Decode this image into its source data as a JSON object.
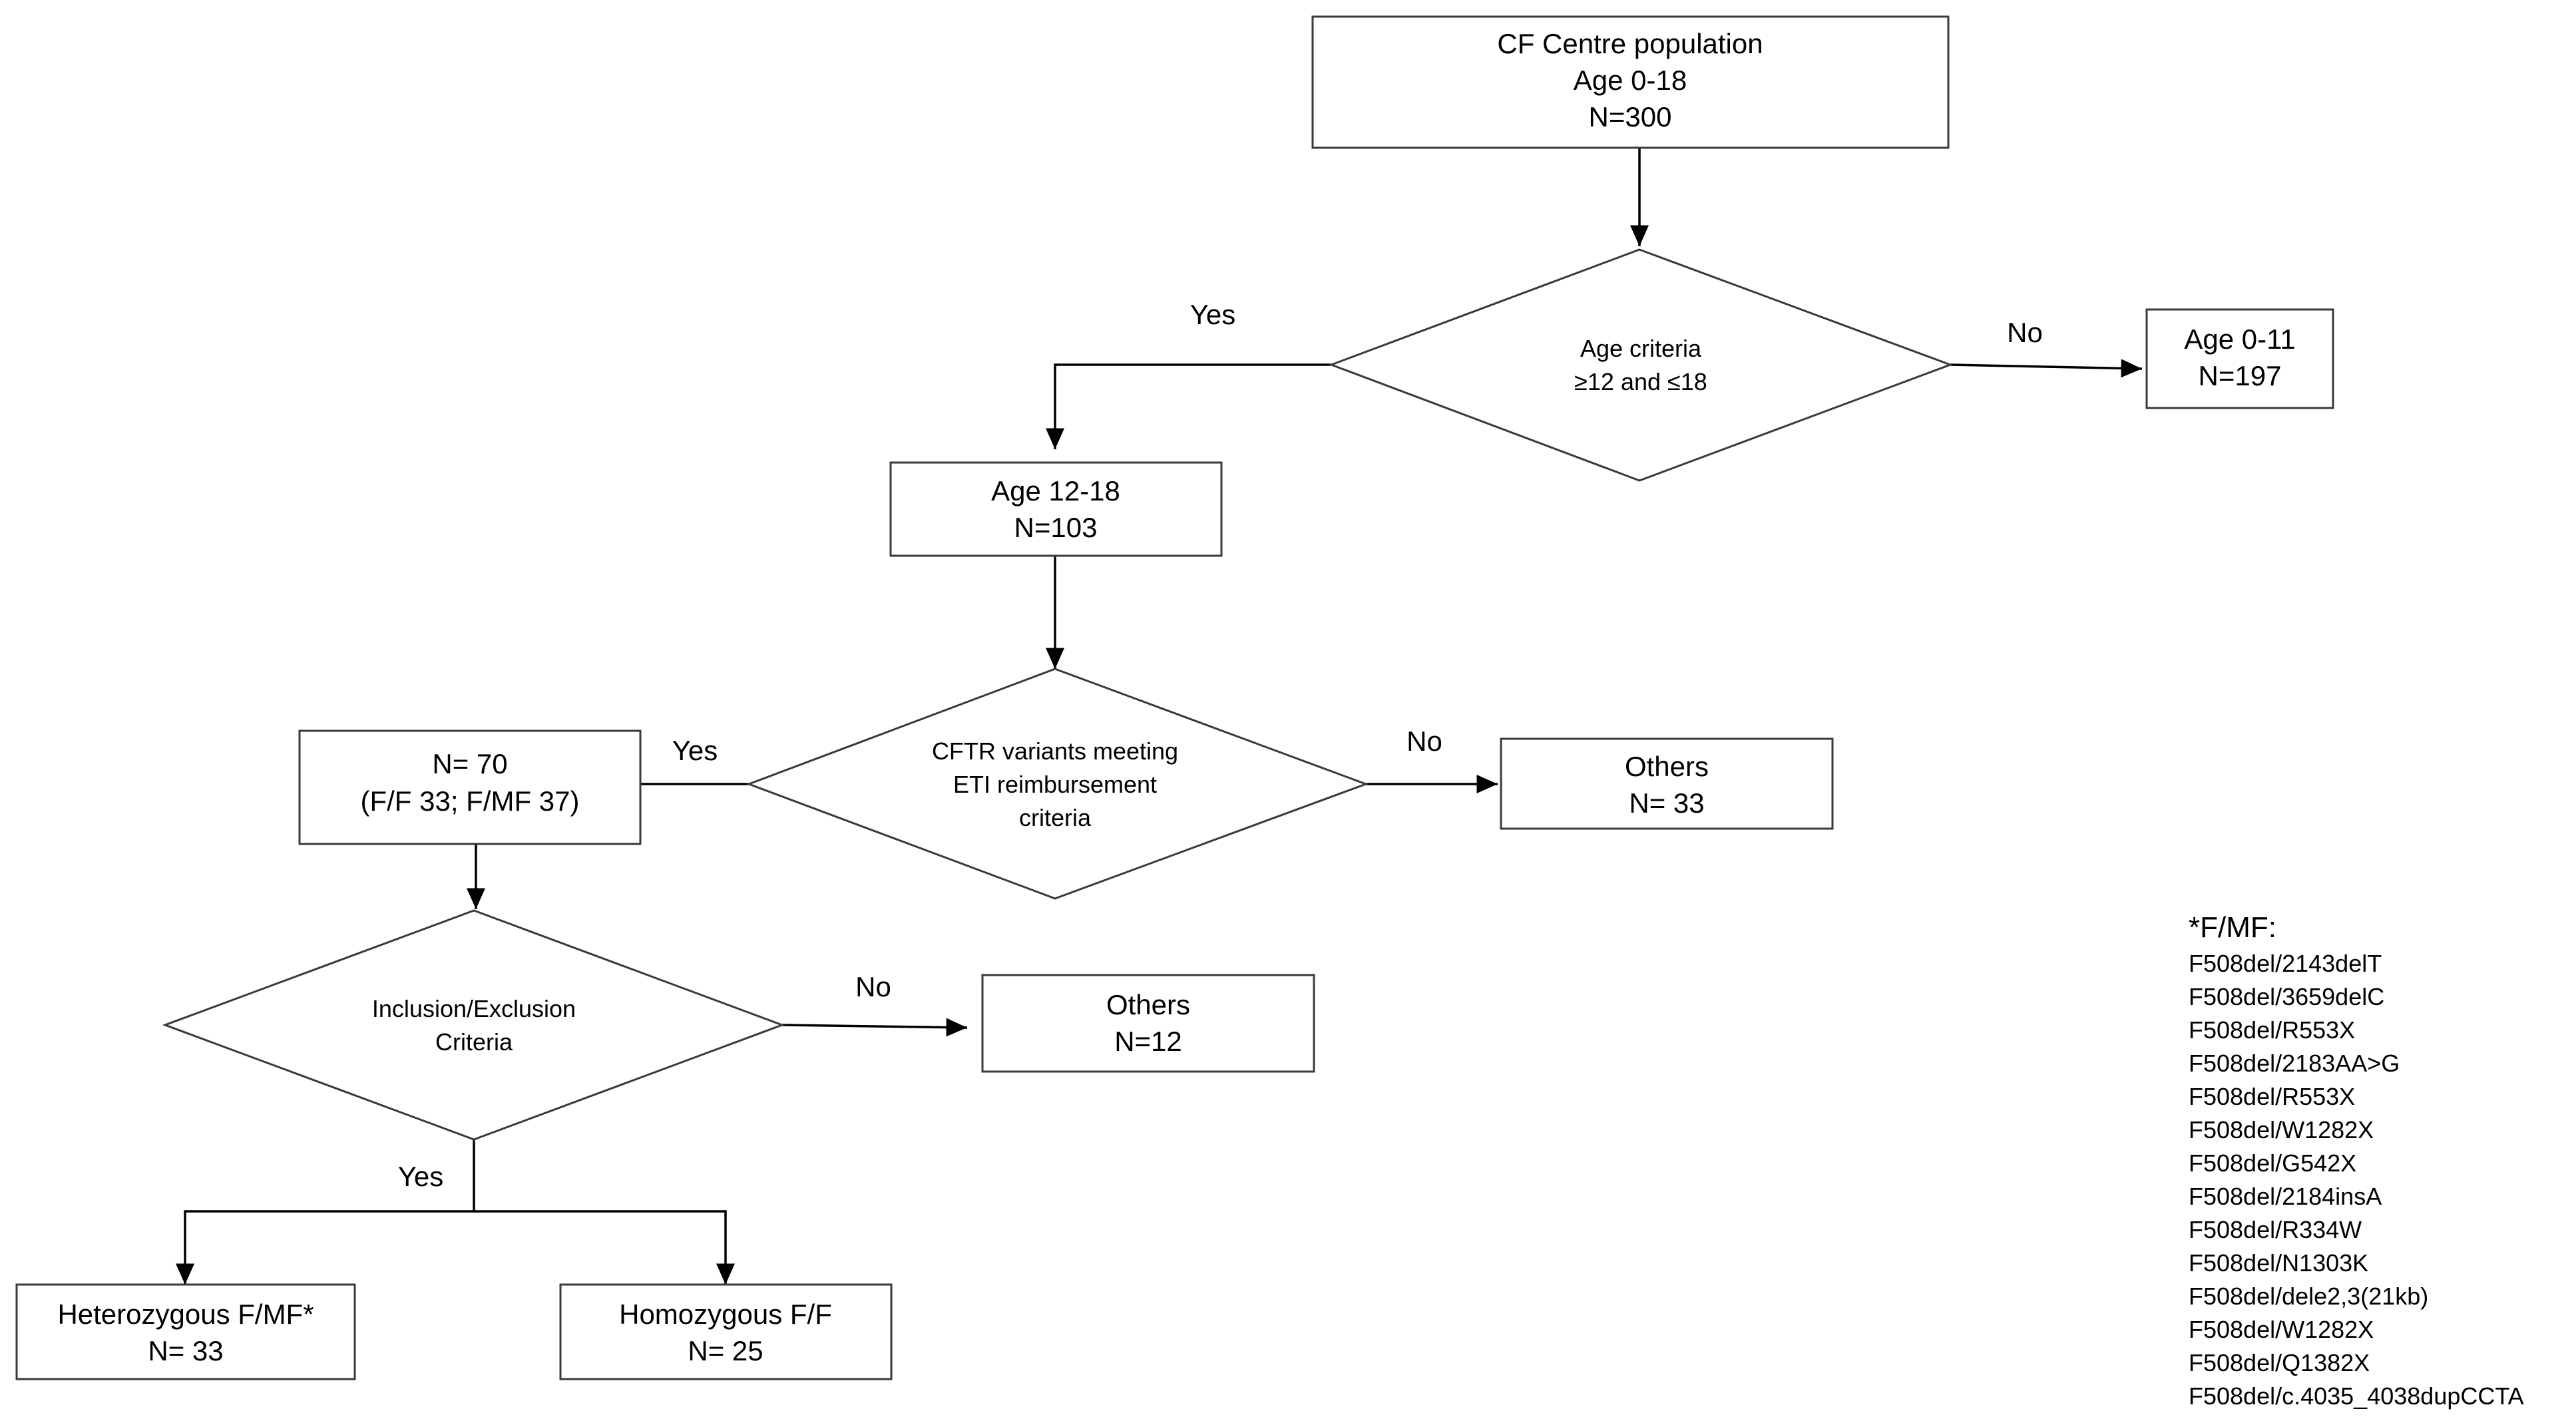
{
  "nodes": {
    "population": {
      "lines": [
        "CF Centre population",
        "Age 0-18",
        "N=300"
      ]
    },
    "age_criteria": {
      "lines": [
        "Age criteria",
        "≥12 and ≤18"
      ]
    },
    "age_0_11": {
      "lines": [
        "Age 0-11",
        "N=197"
      ]
    },
    "age_12_18": {
      "lines": [
        "Age 12-18",
        "N=103"
      ]
    },
    "cftr": {
      "lines": [
        "CFTR variants meeting",
        "ETI reimbursement",
        "criteria"
      ]
    },
    "n70": {
      "lines": [
        "N= 70",
        "(F/F 33; F/MF 37)"
      ]
    },
    "others_33": {
      "lines": [
        "Others",
        "N= 33"
      ]
    },
    "inclusion": {
      "lines": [
        "Inclusion/Exclusion",
        "Criteria"
      ]
    },
    "others_12": {
      "lines": [
        "Others",
        "N=12"
      ]
    },
    "heterozygous": {
      "lines": [
        "Heterozygous F/MF*",
        "N= 33"
      ]
    },
    "homozygous": {
      "lines": [
        "Homozygous F/F",
        "N= 25"
      ]
    }
  },
  "edge_labels": {
    "age_yes": "Yes",
    "age_no": "No",
    "cftr_yes": "Yes",
    "cftr_no": "No",
    "incl_no": "No",
    "incl_yes": "Yes"
  },
  "footnote": {
    "title": "*F/MF:",
    "items": [
      "F508del/2143delT",
      "F508del/3659delC",
      "F508del/R553X",
      "F508del/2183AA>G",
      "F508del/R553X",
      "F508del/W1282X",
      "F508del/G542X",
      "F508del/2184insA",
      "F508del/R334W",
      "F508del/N1303K",
      "F508del/dele2,3(21kb)",
      "F508del/W1282X",
      "F508del/Q1382X",
      "F508del/c.4035_4038dupCCTA"
    ]
  }
}
